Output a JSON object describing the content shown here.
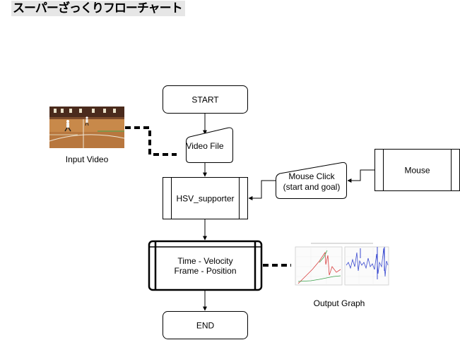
{
  "title": "スーパーざっくりフローチャート",
  "nodes": {
    "start": "START",
    "video_file": "Video File",
    "hsv_supporter": "HSV_supporter",
    "mouse_click_line1": "Mouse Click",
    "mouse_click_line2": "(start and goal)",
    "mouse": "Mouse",
    "output_line1": "Time - Velocity",
    "output_line2": "Frame - Position",
    "end": "END"
  },
  "captions": {
    "input_video": "Input Video",
    "output_graph": "Output Graph"
  },
  "colors": {
    "stroke": "#000000",
    "fill": "#ffffff",
    "title_bg": "#e6e6e6",
    "court_floor": "#c8894a",
    "court_wall": "#4a2a1c",
    "graph_red": "#d94040",
    "graph_green": "#3aa04a",
    "graph_blue": "#3a4ad0"
  }
}
